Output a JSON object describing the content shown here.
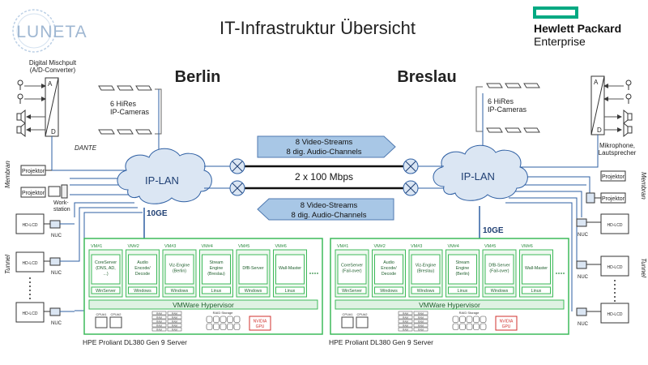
{
  "title": "IT-Infrastruktur Übersicht",
  "logo_left": "LUNETA",
  "logo_right": {
    "line1": "Hewlett Packard",
    "line2": "Enterprise"
  },
  "colors": {
    "server_green": "#3dba5a",
    "vm_fill": "#eef8ef",
    "hypervisor_fill": "#dff2e3",
    "stream_fill": "#a8c7e6",
    "lan_blue": "#2e5fa3",
    "cloud_fill": "#dbe6f3",
    "hpe_green": "#01a982",
    "gpu_red": "#d0312d"
  },
  "sites": [
    {
      "name": "Berlin",
      "cameras_label": [
        "6 HiRes",
        "IP-Cameras"
      ],
      "lan_label": "IP-LAN",
      "uplink": "10GE",
      "server_caption": "HPE Proliant DL380 Gen 9 Server",
      "hypervisor": "VMWare Hypervisor",
      "gpu": [
        "NVIDIA",
        "GPU"
      ],
      "vms": [
        {
          "tag": "VM#1",
          "name": "CoreServer (DNS, AD, ...)",
          "os": "WinServer"
        },
        {
          "tag": "VM#2",
          "name": "Audio Encode/ Decode",
          "os": "Windows"
        },
        {
          "tag": "VM#3",
          "name": "Viz-Engine (Berlin)",
          "os": "Windows"
        },
        {
          "tag": "VM#4",
          "name": "Stream Engine (Breslau)",
          "os": "Linux"
        },
        {
          "tag": "VM#5",
          "name": "DfB-Server",
          "os": "Windows"
        },
        {
          "tag": "VM#6",
          "name": "Wall-Master",
          "os": "Linux"
        }
      ]
    },
    {
      "name": "Breslau",
      "cameras_label": [
        "6 HiRes",
        "IP-Cameras"
      ],
      "lan_label": "IP-LAN",
      "uplink": "10GE",
      "server_caption": "HPE Proliant DL380 Gen 9 Server",
      "hypervisor": "VMWare Hypervisor",
      "gpu": [
        "NVIDIA",
        "GPU"
      ],
      "vms": [
        {
          "tag": "VM#1",
          "name": "CoreServer (Fail-over)",
          "os": "WinServer"
        },
        {
          "tag": "VM#2",
          "name": "Audio Encode/ Decode",
          "os": "Windows"
        },
        {
          "tag": "VM#3",
          "name": "Viz-Engine (Breslau)",
          "os": "Windows"
        },
        {
          "tag": "VM#4",
          "name": "Stream Engine (Berlin)",
          "os": "Linux"
        },
        {
          "tag": "VM#5",
          "name": "DfB-Server (Fail-over)",
          "os": "Windows"
        },
        {
          "tag": "VM#6",
          "name": "Wall-Master",
          "os": "Linux"
        }
      ]
    }
  ],
  "links": {
    "top_arrow": [
      "8 Video-Streams",
      "8 dig. Audio-Channels"
    ],
    "middle": "2 x 100 Mbps",
    "bottom_arrow": [
      "8 Video-Streams",
      "8 dig. Audio-Channels"
    ]
  },
  "left_devices": {
    "mixer_label": [
      "Digital Mischpult",
      "(A/D-Converter)"
    ],
    "mixer_a": "A",
    "mixer_d": "D",
    "dante": "DANTE",
    "membran": "Membran",
    "tunnel": "Tunnel",
    "projector": "Projektor",
    "workstation": [
      "Work-",
      "station"
    ],
    "nuc": "NUC",
    "display": "HD-LCD"
  },
  "right_devices": {
    "mic_label": [
      "Mikrophone,",
      "Lautsprecher"
    ],
    "mic_a": "A",
    "mic_d": "D",
    "membran": "Membran",
    "tunnel": "Tunnel",
    "projector": "Projektor",
    "nuc": "NUC",
    "display": "HD-LCD"
  },
  "hardware": {
    "cpu1": "CPU#1",
    "cpu2": "CPU#2",
    "ram": "RAM",
    "raid": "RAID Storage"
  }
}
